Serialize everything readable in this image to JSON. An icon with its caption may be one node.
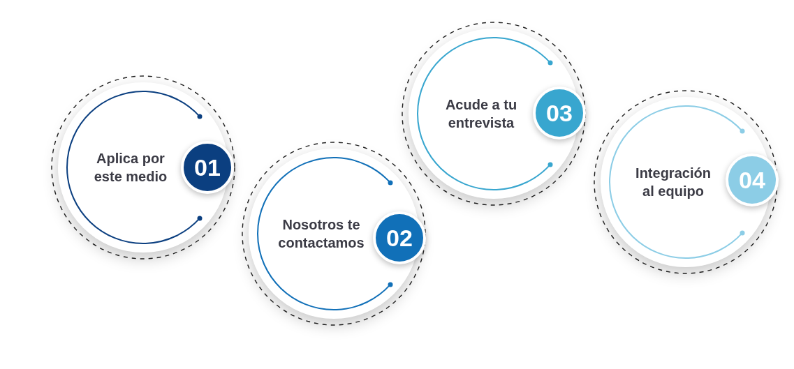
{
  "diagram": {
    "nodes": [
      {
        "text": [
          "Aplica por este medio"
        ]
      },
      {
        "text": [
          "01"
        ]
      },
      {
        "text": [
          "Nosotros te contactamos"
        ]
      },
      {
        "text": [
          "02"
        ]
      },
      {
        "text": [
          "Acude a tu entrevista"
        ]
      },
      {
        "text": [
          "03"
        ]
      },
      {
        "text": [
          "Integración al equipo"
        ]
      },
      {
        "text": [
          "04"
        ]
      }
    ]
  }
}
